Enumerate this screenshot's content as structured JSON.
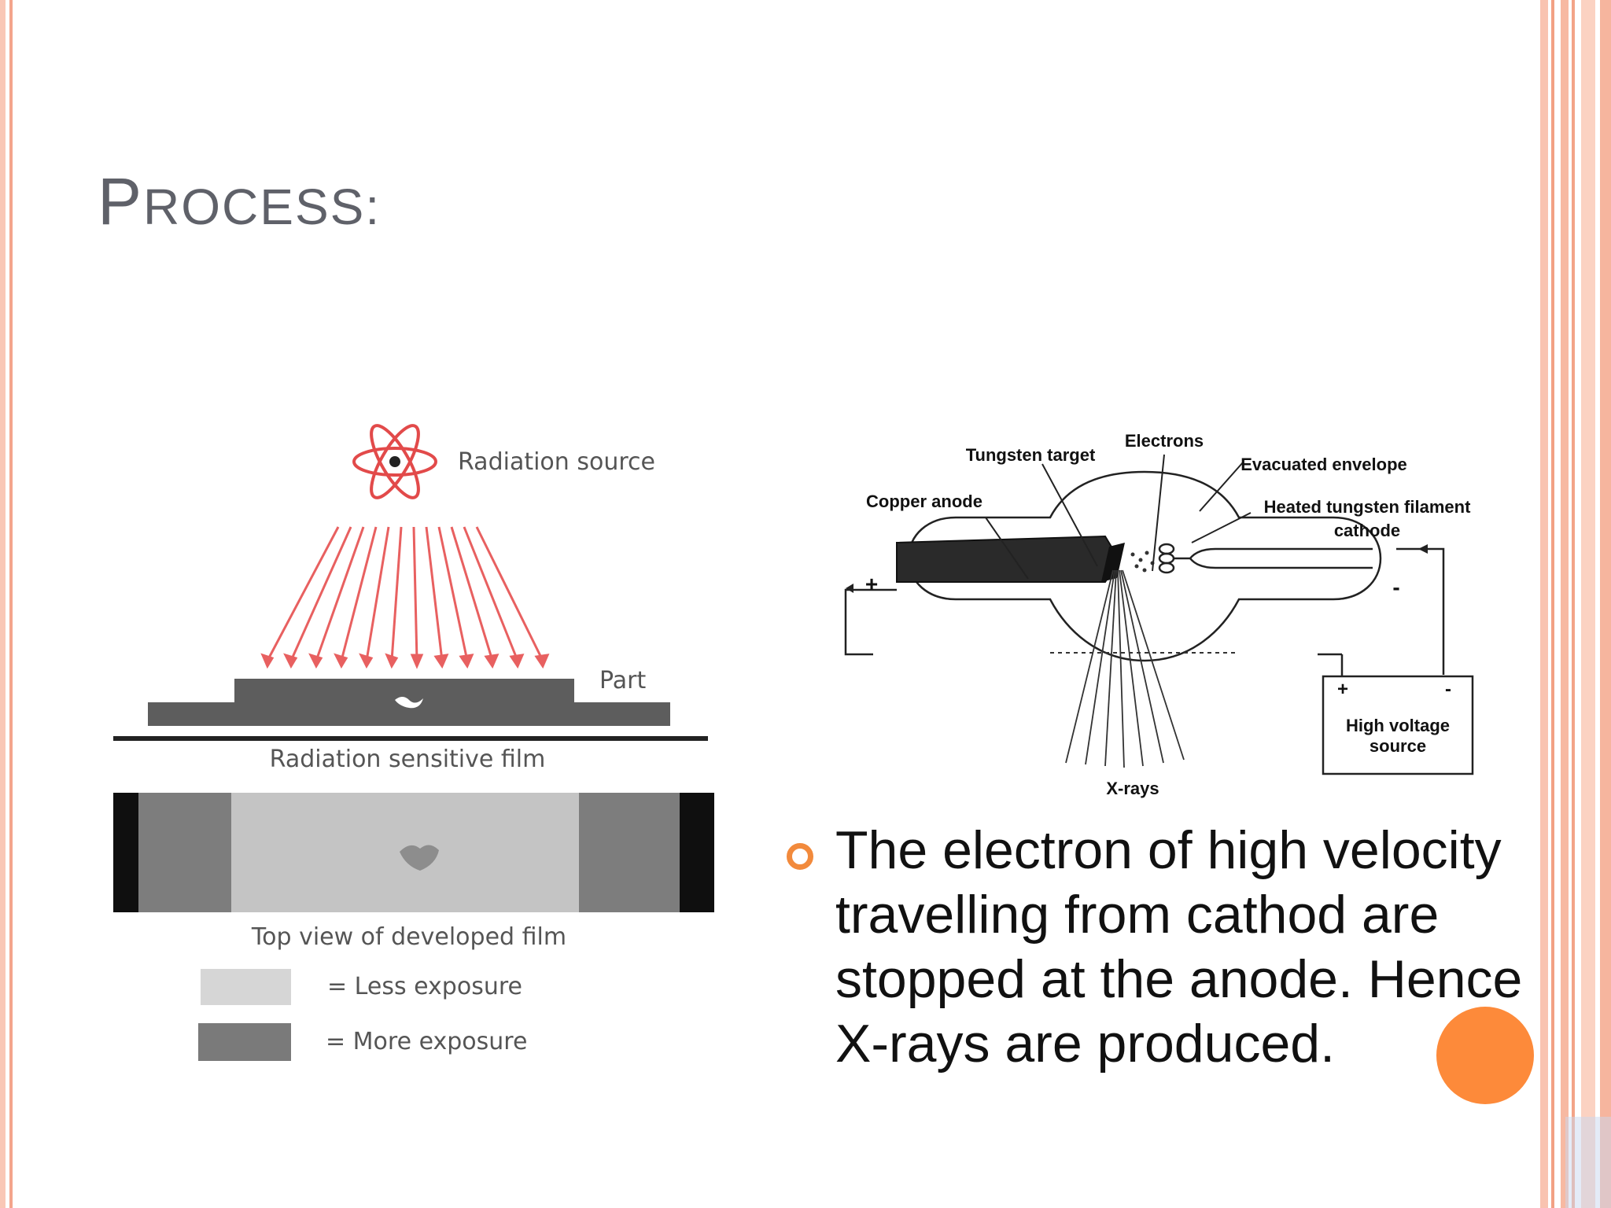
{
  "slide": {
    "title_first": "P",
    "title_rest": "rocess:",
    "accent_color": "#fd8a3a",
    "border_color": "#f6b9a8"
  },
  "left_figure": {
    "radiation_source": "Radiation source",
    "part": "Part",
    "film": "Radiation sensitive film",
    "developed_film": "Top view of developed film",
    "less_exposure": "= Less exposure",
    "more_exposure": "= More exposure"
  },
  "right_figure": {
    "electrons": "Electrons",
    "tungsten_target": "Tungsten target",
    "evacuated_envelope": "Evacuated envelope",
    "copper_anode": "Copper anode",
    "filament_line1": "Heated tungsten filament",
    "filament_line2": "cathode",
    "xrays": "X-rays",
    "hv_line1": "High voltage",
    "hv_line2": "source",
    "plus": "+",
    "minus": "-"
  },
  "bullet": {
    "text": "The electron of high velocity travelling from cathod are stopped at the anode. Hence X-rays are produced.",
    "icon": "hollow-circle-bullet"
  }
}
